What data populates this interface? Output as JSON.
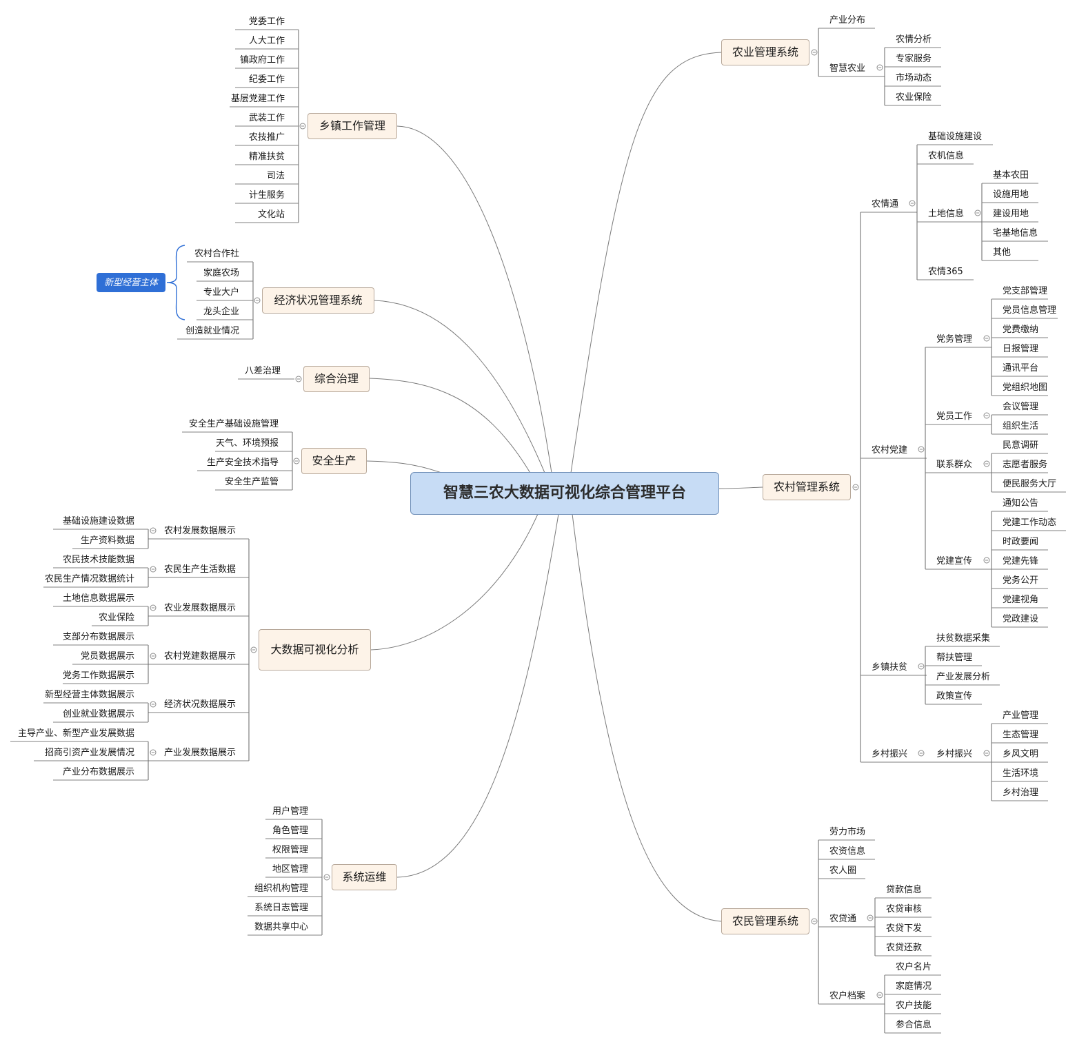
{
  "title": "智慧三农大数据可视化综合管理平台",
  "branches": {
    "township": {
      "label": "乡镇工作管理",
      "items": [
        "党委工作",
        "人大工作",
        "镇政府工作",
        "纪委工作",
        "基层党建工作",
        "武装工作",
        "农技推广",
        "精准扶贫",
        "司法",
        "计生服务",
        "文化站"
      ]
    },
    "economy": {
      "label": "经济状况管理系统",
      "tag": "新型经营主体",
      "items": [
        "农村合作社",
        "家庭农场",
        "专业大户",
        "龙头企业",
        "创造就业情况"
      ]
    },
    "governance": {
      "label": "综合治理",
      "items": [
        "八差治理"
      ]
    },
    "safety": {
      "label": "安全生产",
      "items": [
        "安全生产基础设施管理",
        "天气、环境预报",
        "生产安全技术指导",
        "安全生产监管"
      ]
    },
    "bigdata": {
      "label": "大数据可视化分析",
      "groups": [
        {
          "label": "农村发展数据展示",
          "items": [
            "基础设施建设数据",
            "生产资料数据"
          ]
        },
        {
          "label": "农民生产生活数据",
          "items": [
            "农民技术技能数据",
            "农民生产情况数据统计"
          ]
        },
        {
          "label": "农业发展数据展示",
          "items": [
            "土地信息数据展示",
            "农业保险"
          ]
        },
        {
          "label": "农村党建数据展示",
          "items": [
            "支部分布数据展示",
            "党员数据展示",
            "党务工作数据展示"
          ]
        },
        {
          "label": "经济状况数据展示",
          "items": [
            "新型经营主体数据展示",
            "创业就业数据展示"
          ]
        },
        {
          "label": "产业发展数据展示",
          "items": [
            "主导产业、新型产业发展数据",
            "招商引资产业发展情况",
            "产业分布数据展示"
          ]
        }
      ]
    },
    "ops": {
      "label": "系统运维",
      "items": [
        "用户管理",
        "角色管理",
        "权限管理",
        "地区管理",
        "组织机构管理",
        "系统日志管理",
        "数据共享中心"
      ]
    },
    "agri": {
      "label": "农业管理系统",
      "industry": "产业分布",
      "smart": {
        "label": "智慧农业",
        "items": [
          "农情分析",
          "专家服务",
          "市场动态",
          "农业保险"
        ]
      }
    },
    "rural": {
      "label": "农村管理系统",
      "nqt": {
        "label": "农情通",
        "infra": "基础设施建设",
        "machine": "农机信息",
        "land": {
          "label": "土地信息",
          "items": [
            "基本农田",
            "设施用地",
            "建设用地",
            "宅基地信息",
            "其他"
          ]
        },
        "n365": "农情365"
      },
      "party": {
        "label": "农村党建",
        "affairs": {
          "label": "党务管理",
          "items": [
            "党支部管理",
            "党员信息管理",
            "党费缴纳",
            "日报管理",
            "通讯平台",
            "党组织地图"
          ]
        },
        "members": {
          "label": "党员工作",
          "items": [
            "会议管理",
            "组织生活"
          ]
        },
        "masses": {
          "label": "联系群众",
          "items": [
            "民意调研",
            "志愿者服务",
            "便民服务大厅"
          ]
        },
        "publicity": {
          "label": "党建宣传",
          "items": [
            "通知公告",
            "党建工作动态",
            "时政要闻",
            "党建先锋",
            "党务公开",
            "党建视角",
            "党政建设"
          ]
        }
      },
      "poverty": {
        "label": "乡镇扶贫",
        "items": [
          "扶贫数据采集",
          "帮扶管理",
          "产业发展分析",
          "政策宣传"
        ]
      },
      "revival": {
        "label": "乡村振兴",
        "sub": "乡村振兴",
        "items": [
          "产业管理",
          "生态管理",
          "乡风文明",
          "生活环境",
          "乡村治理"
        ]
      }
    },
    "farmer": {
      "label": "农民管理系统",
      "labor": "劳力市场",
      "supply": "农资信息",
      "circle": "农人圈",
      "loan": {
        "label": "农贷通",
        "items": [
          "贷款信息",
          "农贷审核",
          "农贷下发",
          "农贷还款"
        ]
      },
      "archive": {
        "label": "农户档案",
        "items": [
          "农户名片",
          "家庭情况",
          "农户技能",
          "参合信息"
        ]
      }
    }
  }
}
